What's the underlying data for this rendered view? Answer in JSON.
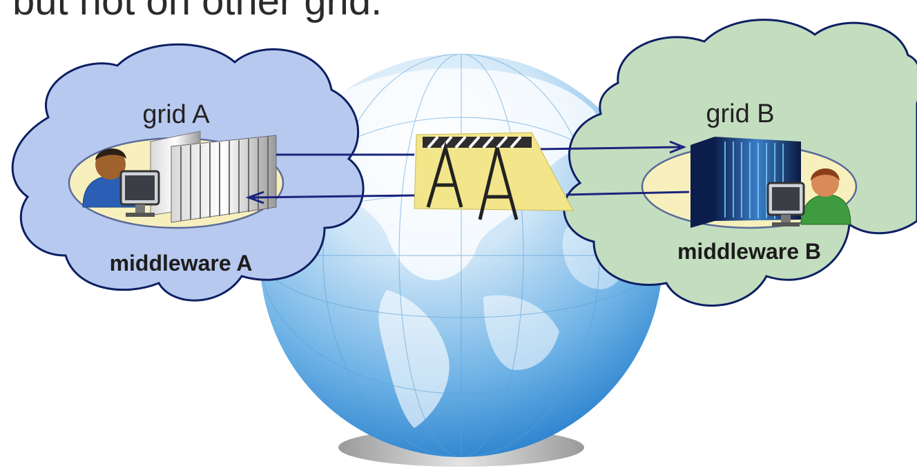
{
  "heading": "but not on other grid.",
  "grid_a": {
    "name": "grid A",
    "middleware": "middleware A",
    "fill": "#b8c9ef"
  },
  "grid_b": {
    "name": "grid B",
    "middleware": "middleware B",
    "fill": "#c3ddbf"
  },
  "colors": {
    "cloud_stroke": "#0d1f63",
    "arrow": "#1a237e",
    "ellipse_fill": "#f7f0bc",
    "barrier_bg": "#f3e58a",
    "globe_light": "#e7f3fb",
    "globe_dark": "#1d78c9",
    "land": "#ffffff"
  },
  "icons": [
    "user-at-workstation-icon",
    "server-rack-icon",
    "supercomputer-icon",
    "road-barrier-icon",
    "globe-icon"
  ]
}
